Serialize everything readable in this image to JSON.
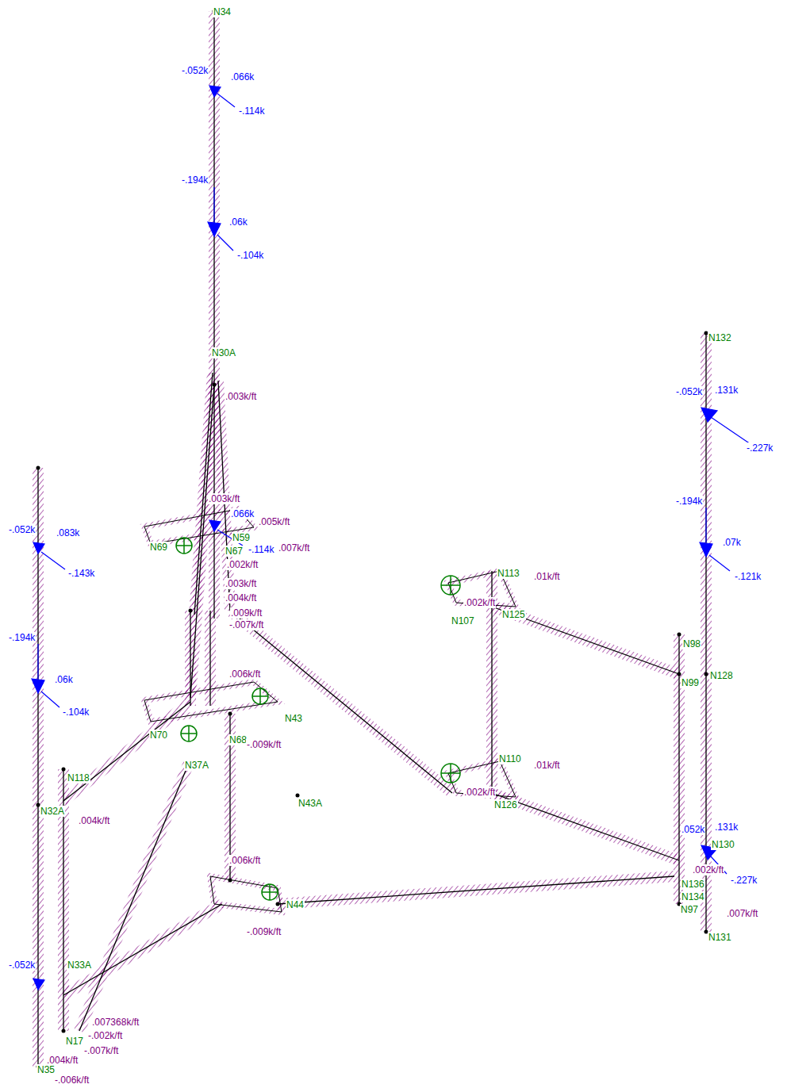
{
  "diagram": {
    "labels": [
      "N34",
      "-.052k",
      ".066k",
      "-.114k",
      "-.194k",
      ".06k",
      "-.104k",
      "N30A",
      ".003k/ft",
      ".003k/ft",
      ".066k",
      ".005k/ft",
      "N69",
      "N59",
      "N67",
      "-.114k",
      ".007k/ft",
      ".002k/ft",
      ".003k/ft",
      ".004k/ft",
      ".009k/ft",
      "-.007k/ft",
      "-.052k",
      ".083k",
      "-.143k",
      "-.194k",
      ".06k",
      "-.104k",
      ".006k/ft",
      "N43",
      "N70",
      "N68",
      "-.009k/ft",
      "N37A",
      "N118",
      "N32A",
      ".004k/ft",
      "N43A",
      "N113",
      ".01k/ft",
      ".002k/ft",
      "N107",
      "N125",
      ".01k/ft",
      "N110",
      ".002k/ft",
      "N126",
      "N132",
      "-.052k",
      ".131k",
      "-.227k",
      "-.194k",
      ".07k",
      "-.121k",
      "N98",
      "N99",
      "N128",
      ".006k/ft",
      "N44",
      "-.009k/ft",
      ".052k",
      ".131k",
      "N130",
      "-.227k",
      ".002k/ft",
      "N136",
      "N134",
      "N97",
      ".007k/ft",
      "N131",
      "-.052k",
      "N33A",
      ".007368k/ft",
      "-.002k/ft",
      "N17",
      "-.007k/ft",
      ".004k/ft",
      "N35",
      "-.006k/ft"
    ]
  }
}
